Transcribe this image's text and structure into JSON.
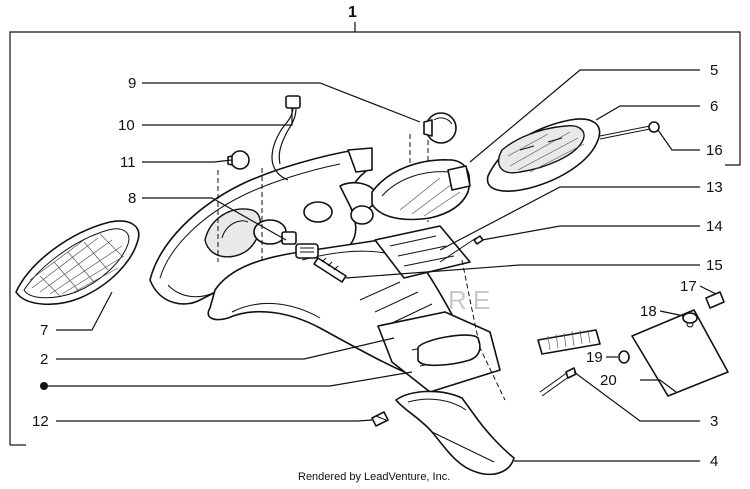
{
  "assembly_label": "1",
  "callouts": [
    {
      "id": "c2",
      "label": "2"
    },
    {
      "id": "c3",
      "label": "3"
    },
    {
      "id": "c4",
      "label": "4"
    },
    {
      "id": "c5",
      "label": "5"
    },
    {
      "id": "c6",
      "label": "6"
    },
    {
      "id": "c7",
      "label": "7"
    },
    {
      "id": "c8",
      "label": "8"
    },
    {
      "id": "c9",
      "label": "9"
    },
    {
      "id": "c10",
      "label": "10"
    },
    {
      "id": "c11",
      "label": "11"
    },
    {
      "id": "c12",
      "label": "12"
    },
    {
      "id": "c13",
      "label": "13"
    },
    {
      "id": "c14",
      "label": "14"
    },
    {
      "id": "c15",
      "label": "15"
    },
    {
      "id": "c16",
      "label": "16"
    },
    {
      "id": "c17",
      "label": "17"
    },
    {
      "id": "c18",
      "label": "18"
    },
    {
      "id": "c19",
      "label": "19"
    },
    {
      "id": "c20",
      "label": "20"
    }
  ],
  "watermark": "LEADVENTURE",
  "credit": "Rendered by LeadVenture, Inc."
}
